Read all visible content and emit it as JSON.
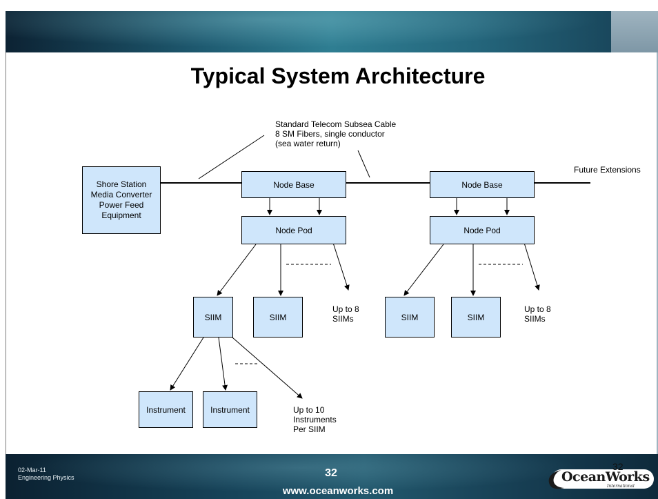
{
  "title": "Typical System Architecture",
  "cable_note": {
    "line1": "Standard Telecom Subsea Cable",
    "line2": "8 SM Fibers, single conductor",
    "line3": "(sea water return)"
  },
  "future_extensions": "Future Extensions",
  "shore_station": {
    "line1": "Shore Station",
    "line2": "Media Converter",
    "line3": "Power Feed",
    "line4": "Equipment"
  },
  "node1": {
    "base": "Node Base",
    "pod": "Node Pod",
    "siim_a": "SIIM",
    "siim_b": "SIIM",
    "more_line1": "Up to 8",
    "more_line2": "SIIMs"
  },
  "node2": {
    "base": "Node Base",
    "pod": "Node Pod",
    "siim_a": "SIIM",
    "siim_b": "SIIM",
    "more_line1": "Up to 8",
    "more_line2": "SIIMs"
  },
  "instruments": {
    "a": "Instrument",
    "b": "Instrument",
    "more_line1": "Up to 10",
    "more_line2": "Instruments",
    "more_line3": "Per SIIM"
  },
  "footer": {
    "date": "02-Mar-11",
    "dept": "Engineering Physics",
    "page_number": "32",
    "page_number_corner": "32",
    "url": "www.oceanworks.com",
    "logo": "OceanWorks",
    "logo_sub": "International"
  }
}
